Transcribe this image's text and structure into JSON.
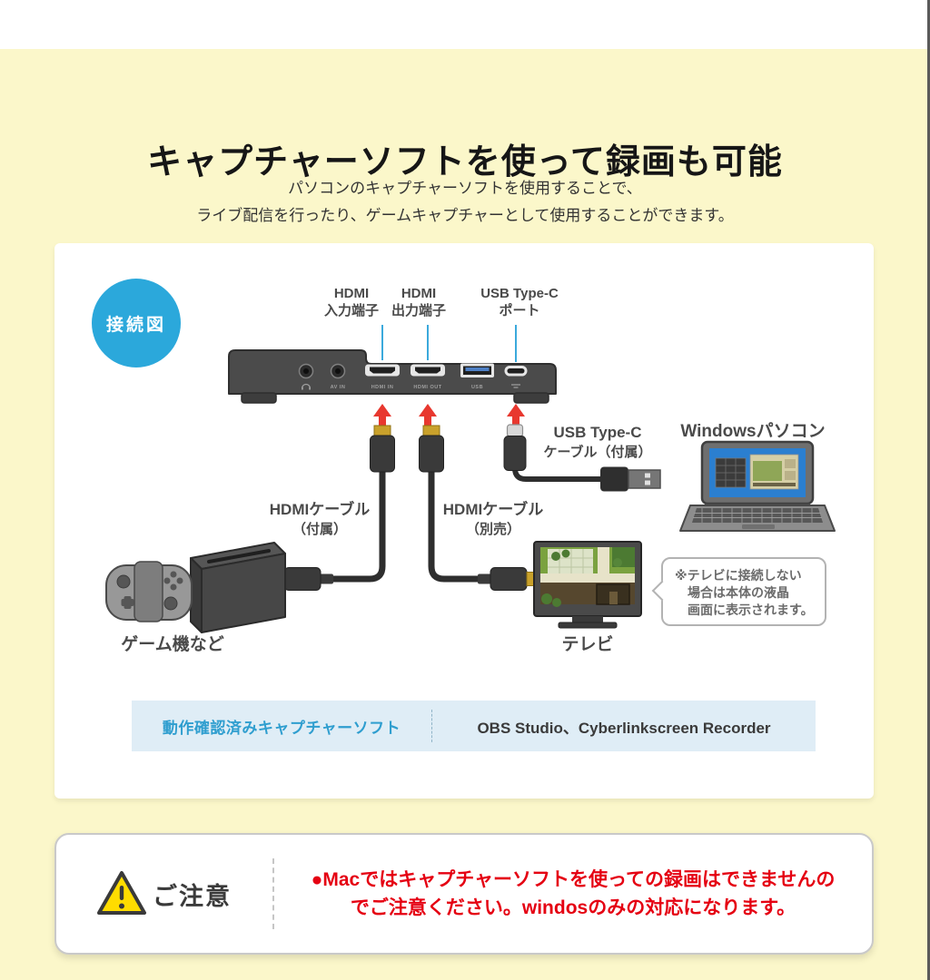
{
  "colors": {
    "background_yellow": "#FBF7CA",
    "accent_blue": "#2BA8DB",
    "software_bar_blue": "#DFEDF6",
    "software_bar_text_blue": "#2F9ECF",
    "caution_red": "#E50012",
    "arrow_red": "#E8382F",
    "text_dark": "#4A4A4A"
  },
  "header": {
    "title": "キャプチャーソフトを使って録画も可能",
    "subtitle_line1": "パソコンのキャプチャーソフトを使用することで、",
    "subtitle_line2": "ライブ配信を行ったり、ゲームキャプチャーとして使用することができます。"
  },
  "diagram": {
    "badge_label": "接続図",
    "callouts": [
      {
        "line1": "HDMI",
        "line2": "入力端子"
      },
      {
        "line1": "HDMI",
        "line2": "出力端子"
      },
      {
        "line1": "USB Type-C",
        "line2": "ポート"
      }
    ],
    "device_port_labels": {
      "headphone": "headphone-jack-icon",
      "av_in": "AV IN",
      "hdmi_in": "HDMI IN",
      "hdmi_out": "HDMI OUT",
      "usb": "USB",
      "usbc": "usb-c-port-icon"
    },
    "hdmi_cable_included": {
      "line1": "HDMIケーブル",
      "line2": "（付属）"
    },
    "hdmi_cable_separate": {
      "line1": "HDMIケーブル",
      "line2": "（別売）"
    },
    "usbc_cable": {
      "line1": "USB Type-C",
      "line2": "ケーブル（付属）"
    },
    "pc_label": "Windowsパソコン",
    "console_label": "ゲーム機など",
    "tv_label": "テレビ",
    "note_bubble": {
      "line1": "※テレビに接続しない",
      "line2": "場合は本体の液晶",
      "line3": "画面に表示されます。"
    },
    "software_bar": {
      "label": "動作確認済みキャプチャーソフト",
      "value": "OBS Studio、Cyberlinkscreen Recorder"
    }
  },
  "caution": {
    "label": "ご注意",
    "line1": "●Macではキャプチャーソフトを使っての録画はできませんの",
    "line2": "でご注意ください。windosのみの対応になります。"
  }
}
